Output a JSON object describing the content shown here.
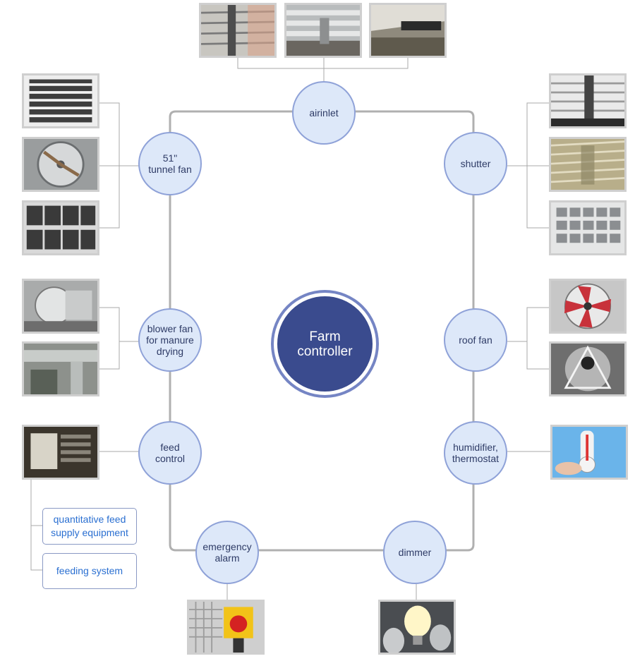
{
  "center": {
    "label": "Farm\ncontroller"
  },
  "nodes": {
    "airinlet": "airinlet",
    "tunnel_fan": "51\"\ntunnel fan",
    "shutter": "shutter",
    "blower_fan": "blower fan\nfor manure\ndrying",
    "roof_fan": "roof fan",
    "feed_control": "feed\ncontrol",
    "humidifier": "humidifier,\nthermostat",
    "emergency_alarm": "emergency\nalarm",
    "dimmer": "dimmer"
  },
  "feed_options": [
    "quantitative feed\nsupply equipment",
    "feeding system"
  ],
  "colors": {
    "node_fill": "#dde8f9",
    "node_border": "#8fa2d8",
    "center_fill": "#3a4b8e",
    "line": "#b0b0b0",
    "option_text": "#2a6fd1"
  }
}
